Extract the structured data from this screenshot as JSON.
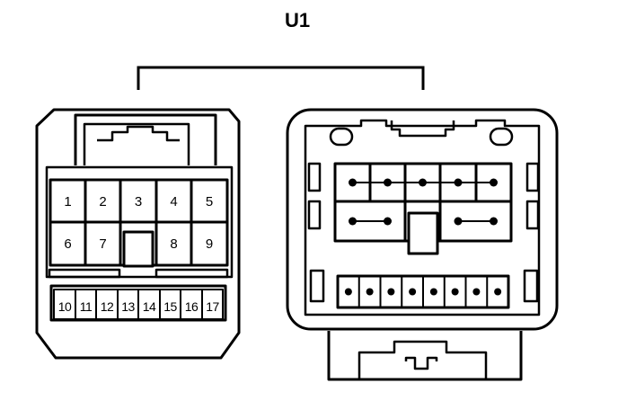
{
  "title": "U1",
  "left_connector": {
    "row1": [
      "1",
      "2",
      "3",
      "4",
      "5"
    ],
    "row2": [
      "6",
      "7",
      "8",
      "9"
    ],
    "row3": [
      "10",
      "11",
      "12",
      "13",
      "14",
      "15",
      "16",
      "17"
    ]
  },
  "right_connector": {
    "upper_row1_dots": [
      true,
      true,
      true,
      true,
      true
    ],
    "upper_row2_dots": [
      true,
      true,
      false,
      true,
      true
    ],
    "bottom_row_dots": 8
  },
  "colors": {
    "line": "#000000",
    "background": "#ffffff"
  }
}
